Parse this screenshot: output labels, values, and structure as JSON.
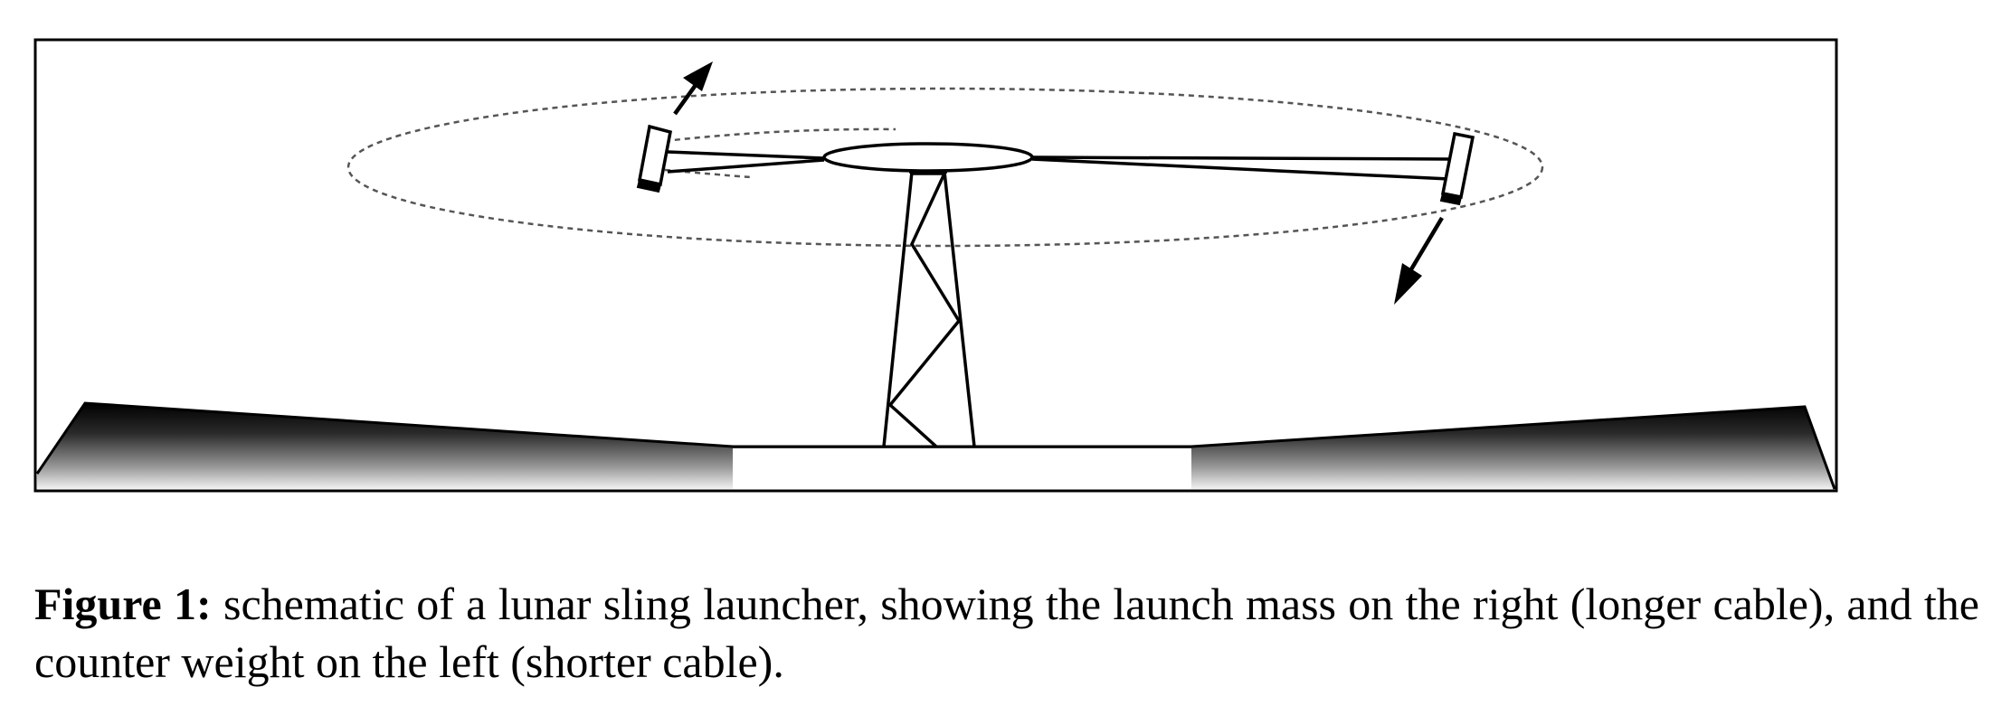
{
  "caption": {
    "label": "Figure 1:",
    "text": " schematic of a lunar sling launcher, showing the launch mass on the right (longer cable), and the counter weight on the left (shorter cable)."
  },
  "diagram": {
    "ink_color": "#000000",
    "paper_color": "#ffffff",
    "components": [
      "frame",
      "terrain",
      "tower",
      "hub",
      "orbit-ellipse",
      "counterweight",
      "launch-mass",
      "short-cable",
      "long-cable",
      "motion-arrows"
    ]
  }
}
